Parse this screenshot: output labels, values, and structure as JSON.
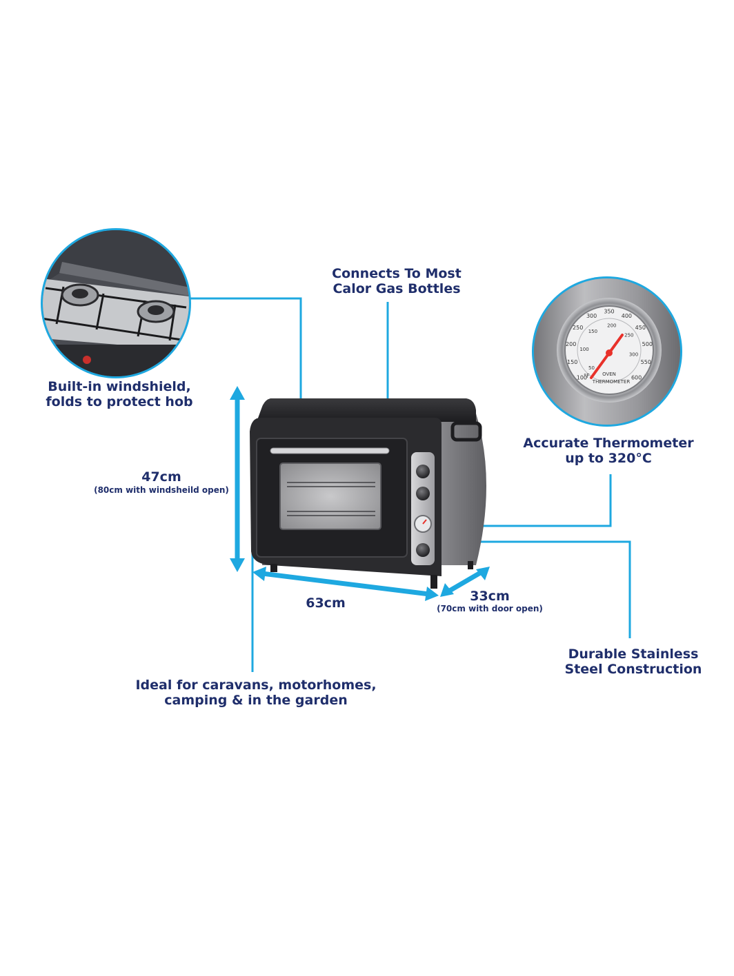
{
  "features": {
    "gas": {
      "line1": "Connects To Most",
      "line2": "Calor Gas Bottles"
    },
    "windshield": {
      "line1": "Built-in windshield,",
      "line2": "folds to protect hob"
    },
    "thermometer": {
      "line1": "Accurate Thermometer",
      "line2": "up to 320°C"
    },
    "steel": {
      "line1": "Durable Stainless",
      "line2": "Steel Construction"
    },
    "usage": {
      "line1": "Ideal for caravans, motorhomes,",
      "line2": "camping & in the garden"
    }
  },
  "dimensions": {
    "height": {
      "value": "47cm",
      "note": "(80cm with windsheild open)"
    },
    "width": {
      "value": "63cm"
    },
    "depth": {
      "value": "33cm",
      "note": "(70cm with door open)"
    }
  },
  "thermometer_dial": {
    "f_scale": [
      "100",
      "150",
      "200",
      "250",
      "300",
      "350",
      "400",
      "450",
      "500",
      "550",
      "600"
    ],
    "c_scale": [
      "50",
      "100",
      "150",
      "200",
      "250",
      "300"
    ],
    "f_unit": "°F",
    "label1": "OVEN",
    "label2": "THERMOMETER"
  },
  "colors": {
    "accent": "#1ea8e0",
    "text": "#1f2e6b",
    "oven_body": "#2b2b2e",
    "steel": "#a8a8ab",
    "needle": "#e8312a"
  }
}
